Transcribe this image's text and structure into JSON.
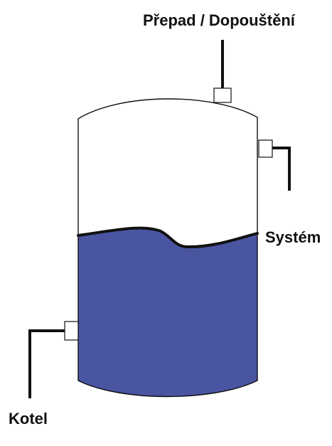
{
  "labels": {
    "overflow_fill": "Přepad / Dopouštění",
    "system": "Systém",
    "boiler": "Kotel"
  },
  "colors": {
    "water": "#4a55a2",
    "outline": "#111111",
    "pipe": "#111111",
    "fitting": "#ffffff",
    "background": "#ffffff"
  }
}
